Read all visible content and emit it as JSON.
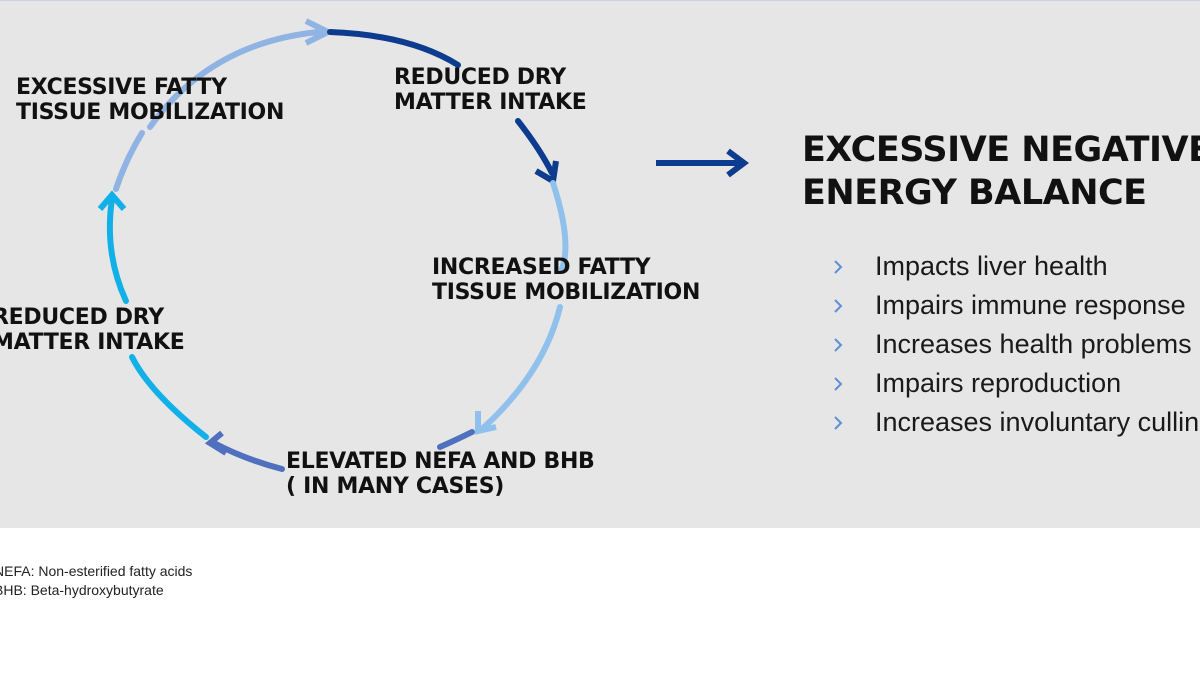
{
  "diagram": {
    "cycle_labels": [
      {
        "id": "top-right",
        "lines": [
          "REDUCED DRY",
          "MATTER INTAKE"
        ]
      },
      {
        "id": "right",
        "lines": [
          "INCREASED FATTY",
          "TISSUE MOBILIZATION"
        ]
      },
      {
        "id": "bottom",
        "lines": [
          "ELEVATED NEFA AND BHB",
          "( IN MANY CASES)"
        ]
      },
      {
        "id": "left",
        "lines": [
          "REDUCED DRY",
          "MATTER INTAKE"
        ]
      },
      {
        "id": "top-left",
        "lines": [
          "EXCESSIVE FATTY",
          "TISSUE MOBILIZATION"
        ]
      }
    ],
    "colors": {
      "panel_bg": "#e6e6e6",
      "arc_dark": "#0d3b8e",
      "arc_light": "#8fc1ec",
      "arc_mid": "#4f6fbf",
      "arc_cyan": "#12b0e8",
      "arc_pale": "#8fb3e3",
      "arrow": "#0d3b8e",
      "chevron": "#5b8fd6"
    }
  },
  "result": {
    "title_lines": [
      "EXCESSIVE NEGATIVE",
      "ENERGY BALANCE"
    ],
    "bullets": [
      "Impacts liver health",
      "Impairs immune response",
      "Increases health problems",
      "Impairs reproduction",
      "Increases involuntary culling"
    ]
  },
  "footnotes": [
    "NEFA: Non-esterified fatty acids",
    "BHB: Beta-hydroxybutyrate"
  ]
}
